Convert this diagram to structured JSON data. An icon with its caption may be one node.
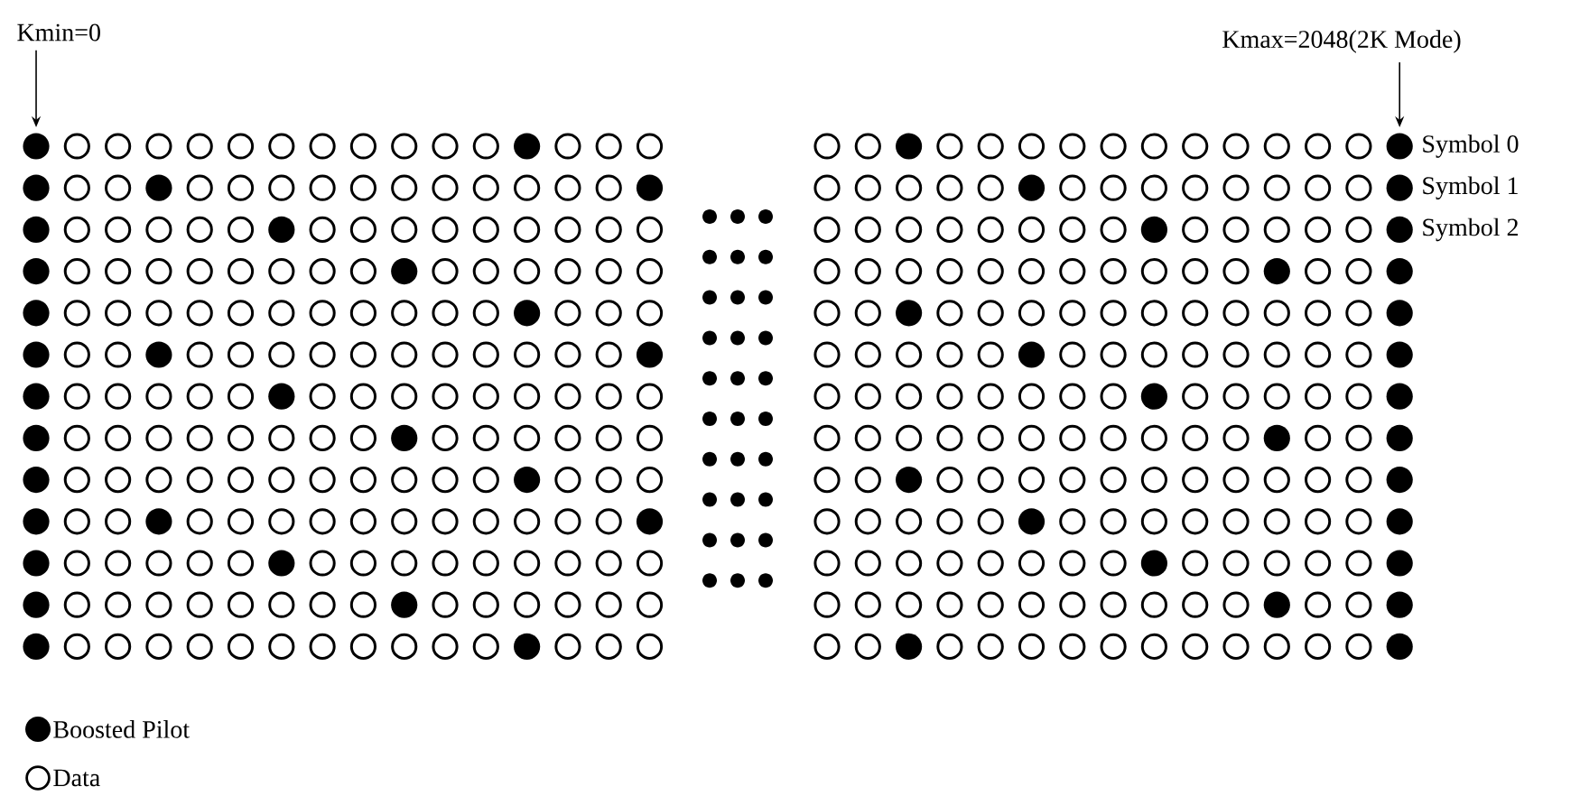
{
  "diagram": {
    "nodes": [
      {
        "text": [
          "Kmin=0"
        ]
      },
      {
        "text": [
          "Kmax=2048(2K Mode)"
        ]
      },
      {
        "text": [],
        "shape": "circle"
      },
      {
        "text": [],
        "shape": "circle"
      }
    ],
    "edges": [
      {
        "from": 0,
        "to": 2,
        "arrow": "to"
      },
      {
        "from": 1,
        "to": 3,
        "arrow": "to"
      }
    ],
    "labels": [
      "Symbol 0",
      "Symbol 1",
      "Symbol 2"
    ],
    "legend": [
      {
        "text": "Boosted Pilot"
      },
      {
        "text": "Data"
      }
    ]
  }
}
